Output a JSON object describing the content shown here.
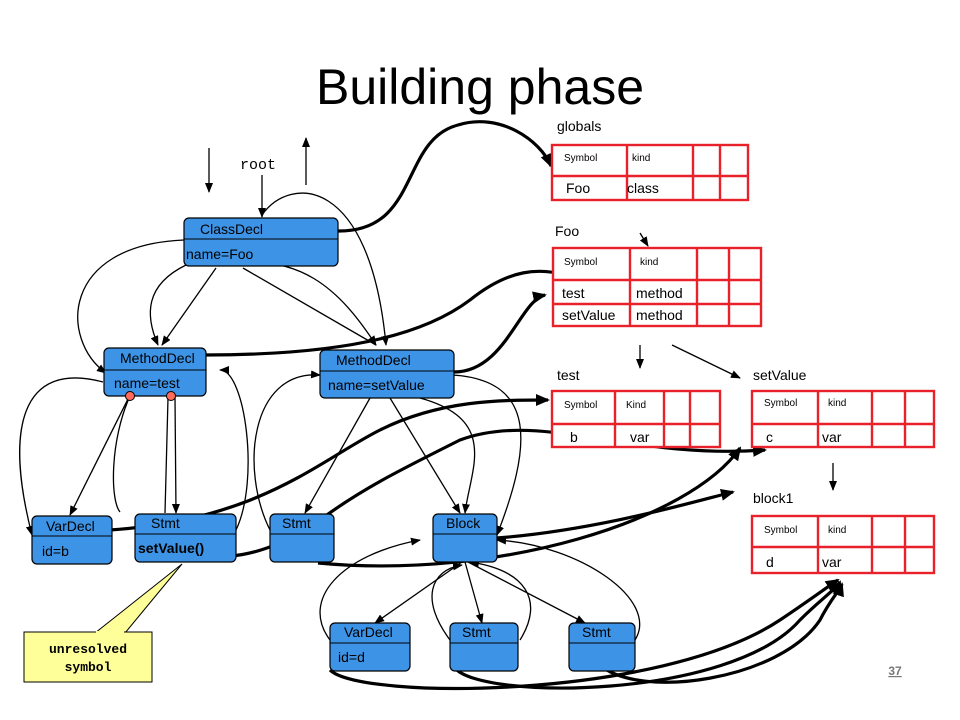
{
  "title": "Building phase",
  "root_label": "root",
  "page_number": "37",
  "callout": {
    "line1": "unresolved",
    "line2": "symbol"
  },
  "nodes": {
    "classdecl": {
      "kind": "ClassDecl",
      "attr": "name=Foo"
    },
    "methoddecl_test": {
      "kind": "MethodDecl",
      "attr": "name=test"
    },
    "methoddecl_setvalue": {
      "kind": "MethodDecl",
      "attr": "name=setValue"
    },
    "vardecl_b": {
      "kind": "VarDecl",
      "attr": "id=b"
    },
    "stmt_setvalue": {
      "kind": "Stmt",
      "attr": "setValue()"
    },
    "stmt_1": {
      "kind": "Stmt"
    },
    "block": {
      "kind": "Block"
    },
    "vardecl_d": {
      "kind": "VarDecl",
      "attr": "id=d"
    },
    "stmt_2": {
      "kind": "Stmt"
    },
    "stmt_3": {
      "kind": "Stmt"
    }
  },
  "tables": {
    "globals": {
      "label": "globals",
      "headers": [
        "Symbol",
        "kind"
      ],
      "rows": [
        [
          "Foo",
          "class"
        ]
      ]
    },
    "foo": {
      "label": "Foo",
      "headers": [
        "Symbol",
        "kind"
      ],
      "rows": [
        [
          "test",
          "method"
        ],
        [
          "setValue",
          "method"
        ]
      ]
    },
    "test": {
      "label": "test",
      "headers": [
        "Symbol",
        "Kind"
      ],
      "rows": [
        [
          "b",
          "var"
        ]
      ]
    },
    "setvalue": {
      "label": "setValue",
      "headers": [
        "Symbol",
        "kind"
      ],
      "rows": [
        [
          "c",
          "var"
        ]
      ]
    },
    "block1": {
      "label": "block1",
      "headers": [
        "Symbol",
        "kind"
      ],
      "rows": [
        [
          "d",
          "var"
        ]
      ]
    }
  },
  "colors": {
    "node_fill": "#3d93e6",
    "table_border": "#e8212b",
    "callout_fill": "#ffff99",
    "unresolved_dot": "#ff6a5a"
  }
}
